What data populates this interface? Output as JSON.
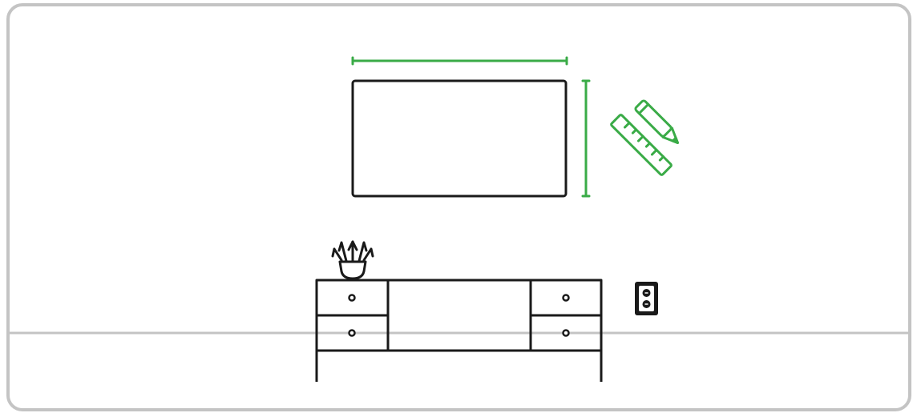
{
  "diagram": {
    "colors": {
      "frame": "#c4c4c4",
      "line": "#1a1a1a",
      "accent": "#3aab47",
      "background": "#ffffff"
    },
    "elements": {
      "tv": {
        "icon": "tv-screen"
      },
      "width_measure": {
        "icon": "dimension-line-horizontal"
      },
      "height_measure": {
        "icon": "dimension-line-vertical"
      },
      "measure_tool": {
        "icon": "ruler-and-pencil-icon"
      },
      "plant": {
        "icon": "potted-plant-icon"
      },
      "console": {
        "icon": "tv-console-cabinet",
        "drawers": 4
      },
      "outlet": {
        "icon": "power-outlet-icon"
      },
      "floor": {
        "icon": "floor-line"
      }
    }
  }
}
